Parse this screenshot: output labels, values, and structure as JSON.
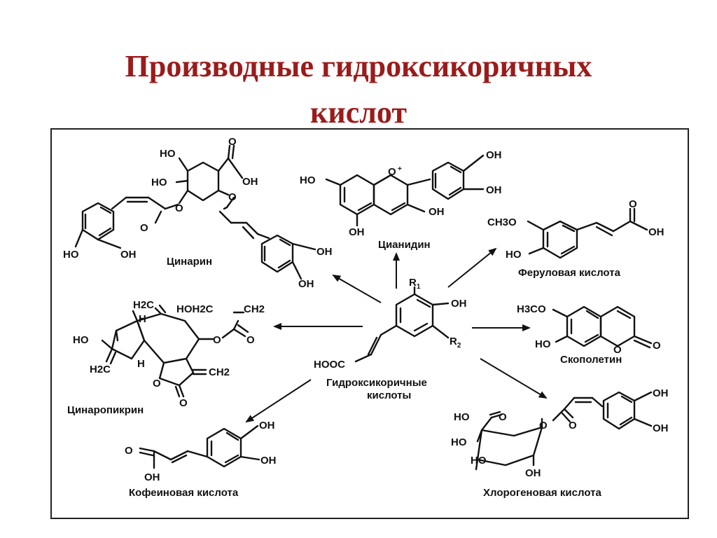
{
  "title": {
    "line1": "Производные гидроксикоричных",
    "line2": "кислот"
  },
  "colors": {
    "title": "#9b1b1b",
    "ink": "#111111",
    "frame": "#222222"
  },
  "center": {
    "label_line1": "Гидроксикоричные",
    "label_line2": "кислоты",
    "r1": "R",
    "r1_sub": "1",
    "r2": "R",
    "r2_sub": "2",
    "oh": "OH",
    "hooc": "HOOC"
  },
  "compounds": {
    "cynarin": {
      "name": "Цинарин",
      "atoms": [
        "HO",
        "HO",
        "O",
        "OH",
        "O",
        "O",
        "O",
        "HO",
        "OH",
        "OH",
        "OH"
      ]
    },
    "cyanidin": {
      "name": "Цианидин",
      "atoms": [
        "HO",
        "O",
        "+",
        "OH",
        "OH",
        "OH",
        "OH"
      ]
    },
    "ferulic": {
      "name": "Феруловая кислота",
      "atoms": [
        "CH3O",
        "HO",
        "O",
        "OH"
      ]
    },
    "cynaropicrin": {
      "name": "Цинаропикрин",
      "atoms": [
        "H2C",
        "H",
        "HOH2C",
        "CH2",
        "HO",
        "O",
        "O",
        "H2C",
        "H",
        "O",
        "CH2",
        "O"
      ]
    },
    "scopoletin": {
      "name": "Скополетин",
      "atoms": [
        "H3CO",
        "HO",
        "O",
        "O"
      ]
    },
    "caffeic": {
      "name": "Кофеиновая кислота",
      "atoms": [
        "O",
        "OH",
        "OH",
        "OH"
      ]
    },
    "chlorogenic": {
      "name": "Хлорогеновая кислота",
      "atoms": [
        "HO",
        "O",
        "O",
        "O",
        "OH",
        "OH",
        "HO",
        "HO",
        "OH"
      ]
    }
  },
  "icons": {
    "arrow": "arrow-icon"
  }
}
